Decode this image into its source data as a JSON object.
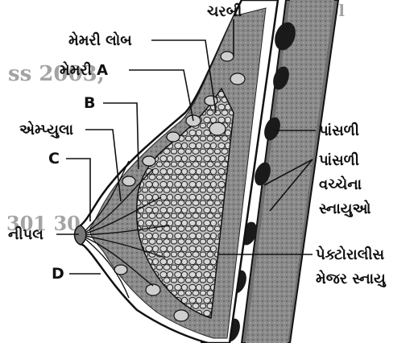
{
  "labels": {
    "fat": "ચરબી",
    "mammary_lobe": "મેમરી લોબ",
    "mammary_a": "મેમરી A",
    "label_b": "B",
    "ampulla": "એમ્પ્યુલા",
    "label_c": "C",
    "nipple": "નીપલ",
    "label_d": "D",
    "rib": "પાંસળી",
    "intercostal_line1": "પાંસળી",
    "intercostal_line2": "વચ્ચેના",
    "intercostal_line3": "સ્નાયુઓ",
    "pectoralis_line1": "પેક્ટોરાલીસ",
    "pectoralis_line2": "મેજર સ્નાયુ"
  },
  "background_text": {
    "line1": "ss 2003,",
    "line2": "lel",
    "line3": "301 30"
  }
}
